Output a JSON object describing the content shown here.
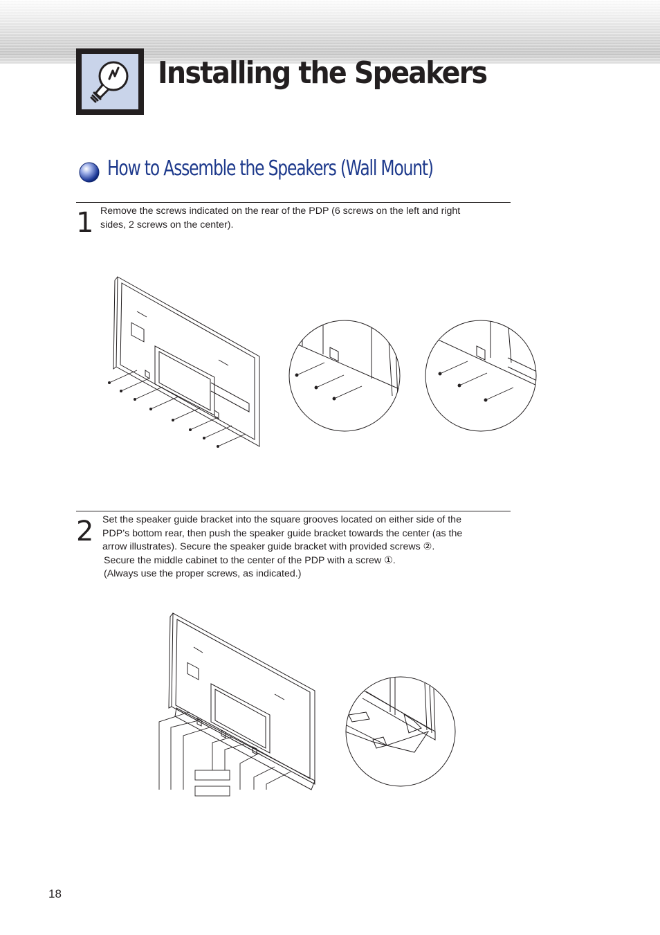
{
  "header": {
    "title": "Installing the Speakers",
    "icon": "lightbulb-icon"
  },
  "section": {
    "heading": "How to Assemble the Speakers (Wall Mount)",
    "heading_color": "#1e3a8c",
    "bullet_icon": "blue-sphere-icon"
  },
  "steps": [
    {
      "number": "1",
      "lines": [
        "Remove the screws indicated on the rear of the PDP (6 screws on the left and right",
        "sides, 2 screws on the center)."
      ]
    },
    {
      "number": "2",
      "lines": [
        "Set the speaker guide bracket into the square grooves located on either side of the",
        "PDP’s bottom rear, then push the speaker guide bracket towards the center (as the",
        "arrow illustrates). Secure the speaker guide bracket with provided screws ②.",
        "Secure the middle cabinet to the center of the PDP with a screw ①.",
        "(Always use the proper screws, as indicated.)"
      ]
    }
  ],
  "page_number": "18"
}
